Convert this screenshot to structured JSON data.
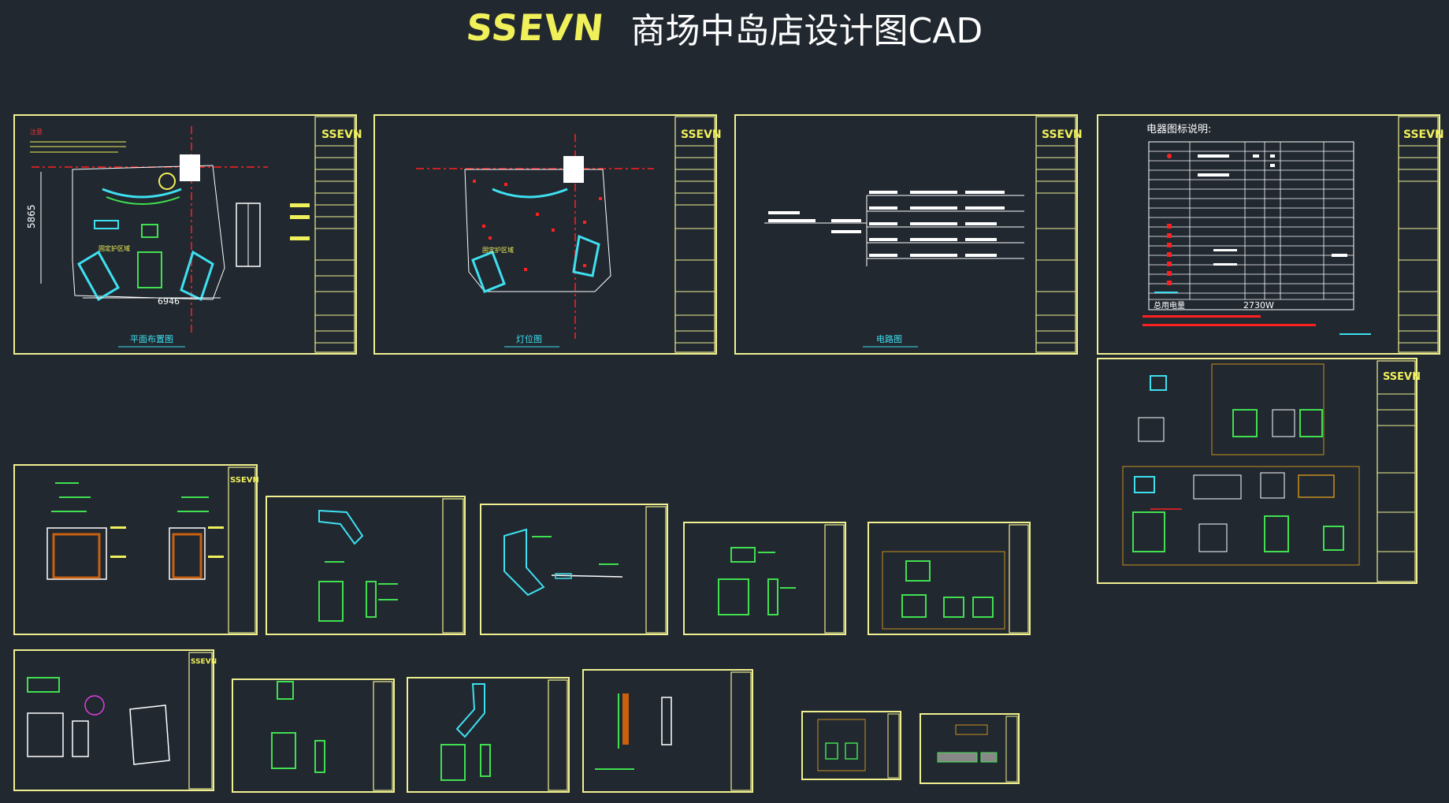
{
  "header": {
    "brand": "SSEVN",
    "title": "商场中岛店设计图CAD"
  },
  "sheets": {
    "plan": {
      "label": "平面布置图",
      "dim_width": "6946",
      "dim_height": "5865",
      "zone_label": "固定护区域"
    },
    "lighting": {
      "label": "灯位图",
      "zone_label": "固定护区域"
    },
    "circuit": {
      "label": "电路图"
    },
    "electrical": {
      "heading": "电器图标说明:",
      "total_label": "总用电量",
      "total_value": "2730W"
    }
  },
  "colors": {
    "background": "#212830",
    "sheet_border": "#f0f090",
    "brand": "#f0f05a",
    "cyan": "#3ee0f0",
    "green": "#40e050",
    "red": "#ff2020",
    "magenta": "#e040e0",
    "white": "#ffffff"
  }
}
